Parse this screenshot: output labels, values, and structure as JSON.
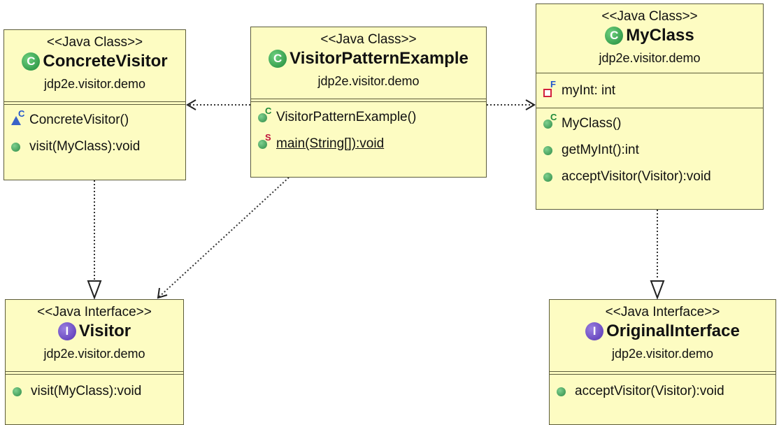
{
  "classes": {
    "concrete_visitor": {
      "stereotype": "<<Java Class>>",
      "name": "ConcreteVisitor",
      "package": "jdp2e.visitor.demo",
      "methods": [
        "ConcreteVisitor()",
        "visit(MyClass):void"
      ]
    },
    "visitor_pattern_example": {
      "stereotype": "<<Java Class>>",
      "name": "VisitorPatternExample",
      "package": "jdp2e.visitor.demo",
      "methods": [
        "VisitorPatternExample()",
        "main(String[]):void"
      ]
    },
    "my_class": {
      "stereotype": "<<Java Class>>",
      "name": "MyClass",
      "package": "jdp2e.visitor.demo",
      "fields": [
        "myInt: int"
      ],
      "methods": [
        "MyClass()",
        "getMyInt():int",
        "acceptVisitor(Visitor):void"
      ]
    },
    "visitor": {
      "stereotype": "<<Java Interface>>",
      "name": "Visitor",
      "package": "jdp2e.visitor.demo",
      "methods": [
        "visit(MyClass):void"
      ]
    },
    "original_interface": {
      "stereotype": "<<Java Interface>>",
      "name": "OriginalInterface",
      "package": "jdp2e.visitor.demo",
      "methods": [
        "acceptVisitor(Visitor):void"
      ]
    }
  },
  "icons": {
    "class_badge_letter": "C",
    "interface_badge_letter": "I",
    "constructor_marker": "C",
    "static_marker": "S",
    "final_marker": "F"
  },
  "relationships": [
    {
      "from": "VisitorPatternExample",
      "to": "ConcreteVisitor",
      "kind": "dependency"
    },
    {
      "from": "VisitorPatternExample",
      "to": "MyClass",
      "kind": "dependency"
    },
    {
      "from": "VisitorPatternExample",
      "to": "Visitor",
      "kind": "dependency"
    },
    {
      "from": "ConcreteVisitor",
      "to": "Visitor",
      "kind": "realization"
    },
    {
      "from": "MyClass",
      "to": "OriginalInterface",
      "kind": "realization"
    }
  ],
  "colors": {
    "box_fill": "#fdfcc2",
    "box_border": "#5c5c3a",
    "class_icon": "#1f8a3a",
    "interface_icon": "#5533b3",
    "edge": "#333333"
  }
}
